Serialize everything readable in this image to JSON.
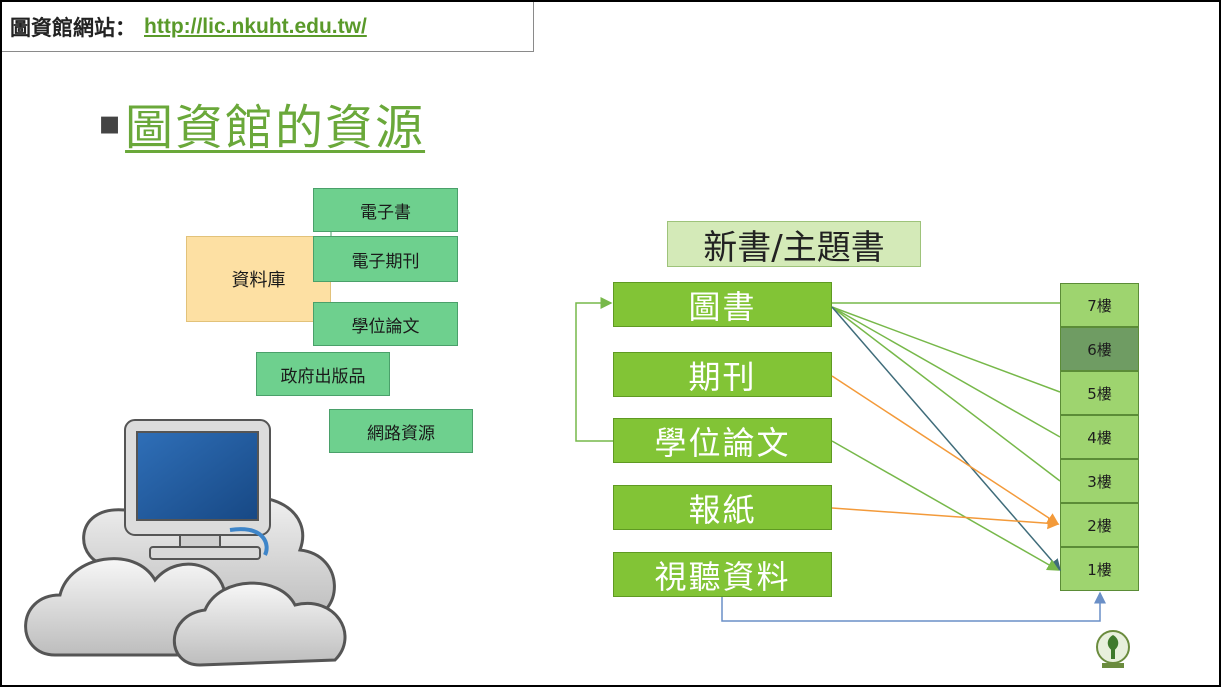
{
  "header": {
    "label": "圖資館網站：",
    "url": "http://lic.nkuht.edu.tw/"
  },
  "heading": {
    "bullet": "▪",
    "title": "圖資館的資源"
  },
  "left": {
    "database": "資料庫",
    "ebook": "電子書",
    "ejournal": "電子期刊",
    "thesis": "學位論文",
    "govpub": "政府出版品",
    "web": "網路資源"
  },
  "right": {
    "title": "新書/主題書",
    "categories": [
      "圖書",
      "期刊",
      "學位論文",
      "報紙",
      "視聽資料"
    ],
    "floors": [
      "7樓",
      "6樓",
      "5樓",
      "4樓",
      "3樓",
      "2樓",
      "1樓"
    ]
  },
  "colors": {
    "green_line": "#77b84a",
    "dark_line": "#3f6c7a",
    "orange_line": "#f39a3a",
    "blue_line": "#6a8fc7"
  }
}
